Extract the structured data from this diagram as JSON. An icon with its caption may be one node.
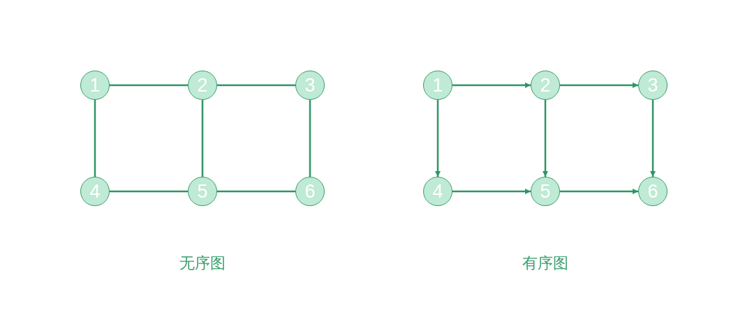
{
  "diagram": {
    "nodes": [
      {
        "text": [
          "1"
        ]
      },
      {
        "text": [
          "2"
        ]
      },
      {
        "text": [
          "3"
        ]
      },
      {
        "text": [
          "4"
        ]
      },
      {
        "text": [
          "5"
        ]
      },
      {
        "text": [
          "6"
        ]
      },
      {
        "text": [
          "1"
        ]
      },
      {
        "text": [
          "2"
        ]
      },
      {
        "text": [
          "3"
        ]
      },
      {
        "text": [
          "4"
        ]
      },
      {
        "text": [
          "5"
        ]
      },
      {
        "text": [
          "6"
        ]
      }
    ],
    "edges": [
      {
        "from": 0,
        "to": 1,
        "arrow": "none"
      },
      {
        "from": 1,
        "to": 2,
        "arrow": "none"
      },
      {
        "from": 0,
        "to": 3,
        "arrow": "none"
      },
      {
        "from": 1,
        "to": 4,
        "arrow": "none"
      },
      {
        "from": 2,
        "to": 5,
        "arrow": "none"
      },
      {
        "from": 3,
        "to": 4,
        "arrow": "none"
      },
      {
        "from": 4,
        "to": 5,
        "arrow": "none"
      },
      {
        "from": 6,
        "to": 7,
        "arrow": "to"
      },
      {
        "from": 7,
        "to": 8,
        "arrow": "to"
      },
      {
        "from": 6,
        "to": 9,
        "arrow": "to"
      },
      {
        "from": 7,
        "to": 10,
        "arrow": "to"
      },
      {
        "from": 8,
        "to": 11,
        "arrow": "to"
      },
      {
        "from": 9,
        "to": 10,
        "arrow": "to"
      },
      {
        "from": 10,
        "to": 11,
        "arrow": "to"
      }
    ],
    "labels": [
      "无序图",
      "有序图"
    ]
  }
}
